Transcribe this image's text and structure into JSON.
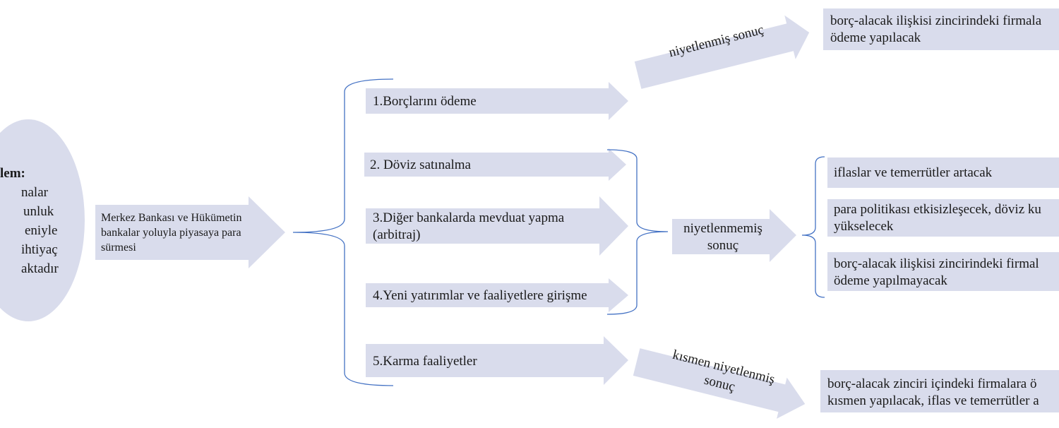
{
  "diagram": {
    "problem": {
      "heading": "lem:",
      "lines": [
        "nalar",
        "unluk",
        "eniyle",
        "ihtiyaç",
        "aktadır"
      ]
    },
    "action": "Merkez Bankası ve Hükümetin bankalar yoluyla piyasaya para sürmesi",
    "options": [
      "1.Borçlarını ödeme",
      "2. Döviz satınalma",
      "3.Diğer bankalarda mevduat yapma (arbitraj)",
      "4.Yeni yatırımlar ve faaliyetlere girişme",
      "5.Karma faaliyetler"
    ],
    "outcomes": {
      "intended": {
        "label": "niyetlenmiş sonuç",
        "results": [
          "borç-alacak ilişkisi zincirindeki firmala ödeme yapılacak"
        ]
      },
      "unintended": {
        "label": "niyetlenmemiş sonuç",
        "results": [
          "iflaslar ve temerrütler artacak",
          "para politikası etkisizleşecek, döviz ku yükselecek",
          "borç-alacak ilişkisi zincirindeki firmal ödeme yapılmayacak"
        ]
      },
      "partial": {
        "label": "kısmen niyetlenmiş sonuç",
        "results": [
          "borç-alacak zinciri içindeki firmalara ö kısmen yapılacak, iflas ve temerrütler a"
        ]
      }
    },
    "colors": {
      "shape_fill": "#d9dcec",
      "connector": "#4472c4"
    }
  }
}
